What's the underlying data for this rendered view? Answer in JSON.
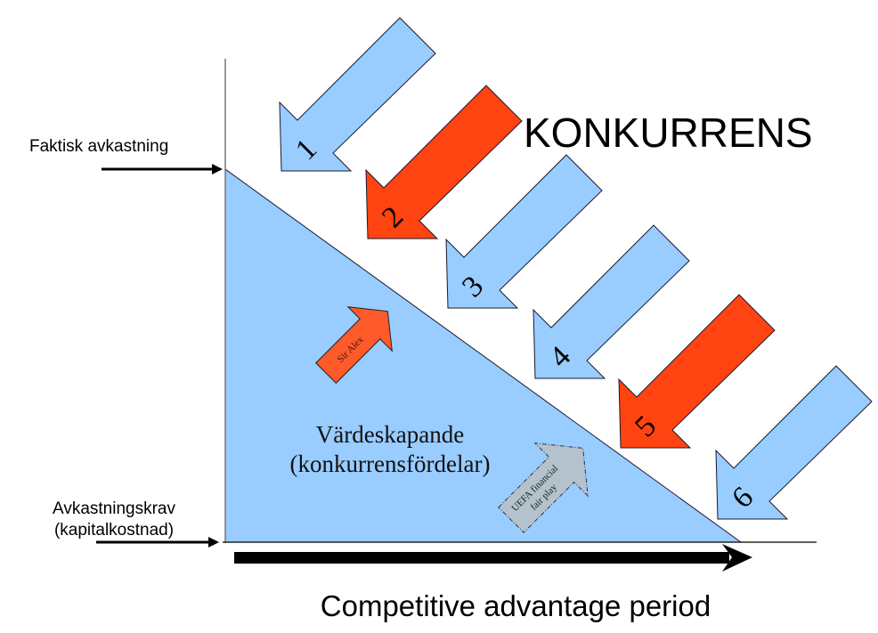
{
  "title": "KONKURRENS",
  "y_labels": {
    "actual_return": "Faktisk avkastning",
    "required_return_line1": "Avkastningskrav",
    "required_return_line2": "(kapitalkostnad)"
  },
  "x_label": "Competitive advantage period",
  "area_label": {
    "line1": "Värdeskapande",
    "line2": "(konkurrensfördelar)"
  },
  "boost_arrows": [
    {
      "label": "Sir Alex",
      "color": "#ff5a2a",
      "style": "solid"
    },
    {
      "label_line1": "UEFA financial",
      "label_line2": "fair play",
      "color": "#b3c2cc",
      "style": "dashed"
    }
  ],
  "competition_arrows": [
    {
      "number": "1",
      "color": "#99ccff"
    },
    {
      "number": "2",
      "color": "#ff4411"
    },
    {
      "number": "3",
      "color": "#99ccff"
    },
    {
      "number": "4",
      "color": "#99ccff"
    },
    {
      "number": "5",
      "color": "#ff4411"
    },
    {
      "number": "6",
      "color": "#99ccff"
    }
  ],
  "colors": {
    "value_area": "#99ccff",
    "axis": "#000000"
  }
}
